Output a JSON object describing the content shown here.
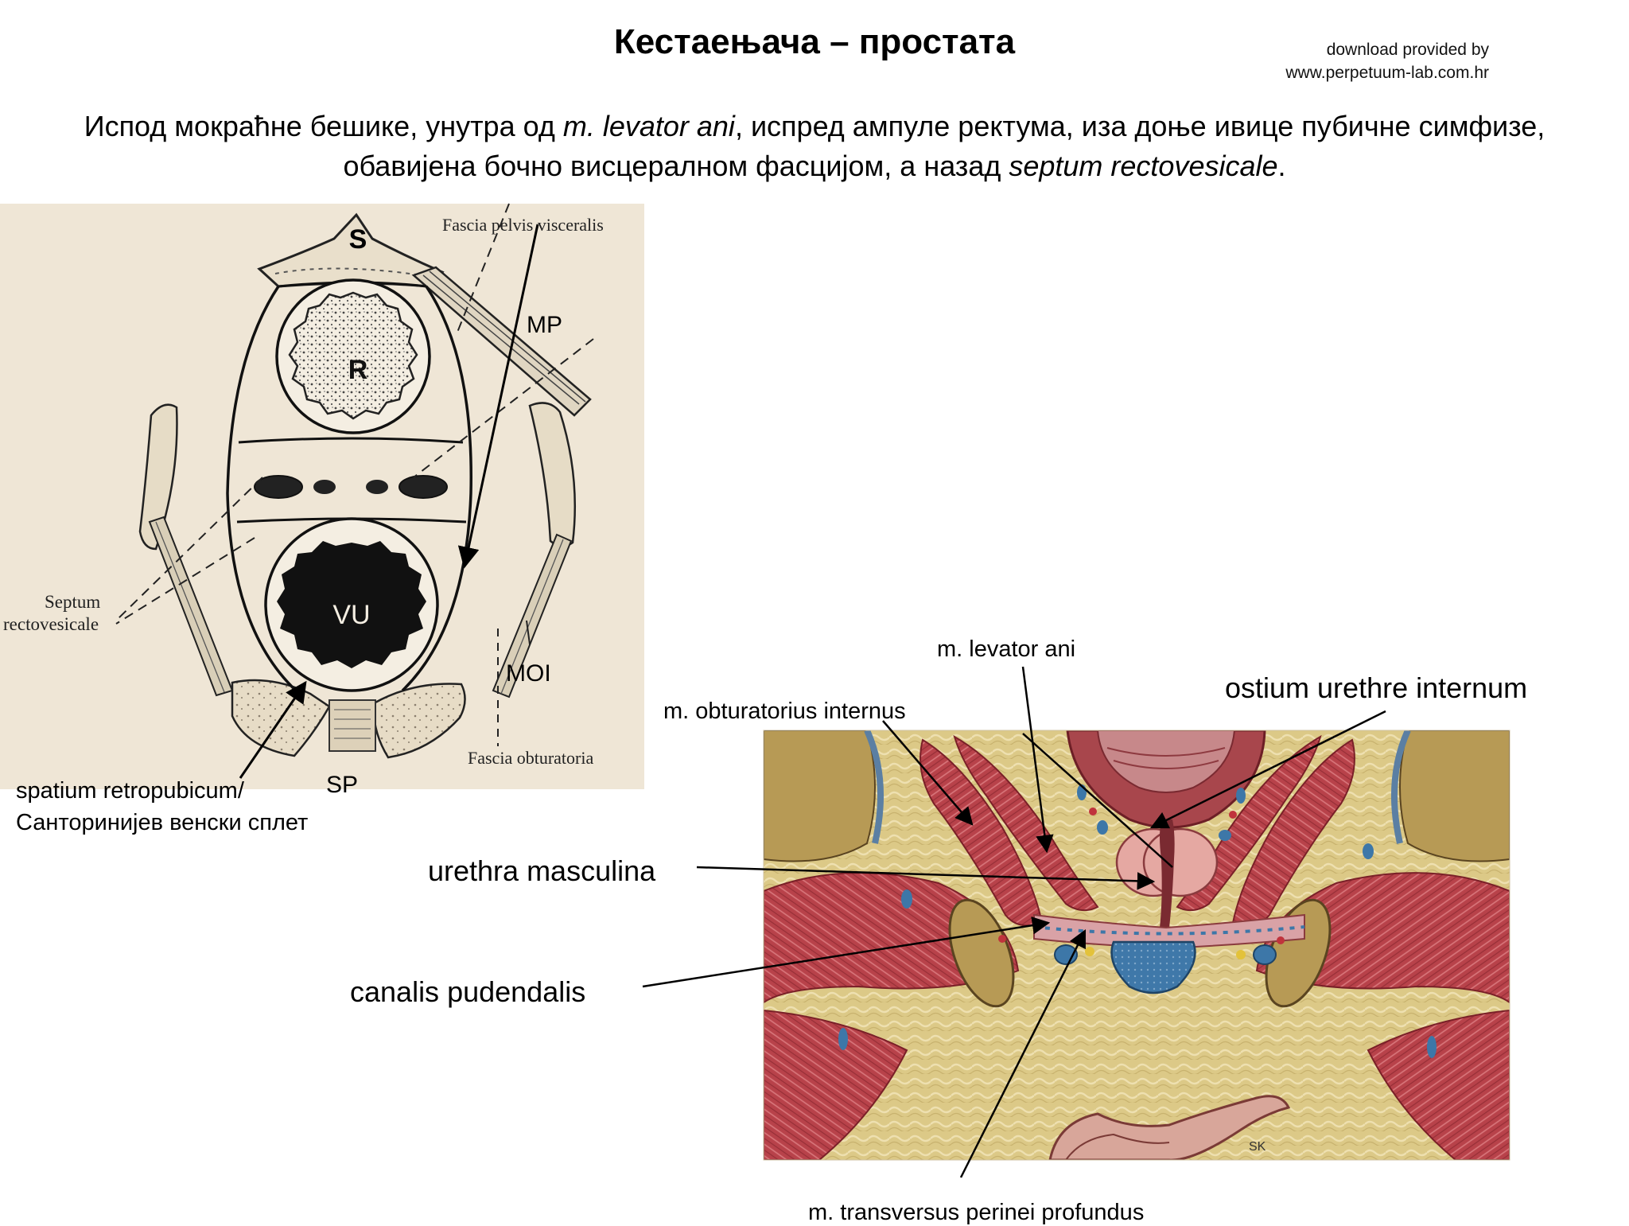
{
  "title": "Кестаењача – простата",
  "credit": {
    "line1": "download provided by",
    "line2": "www.perpetuum-lab.com.hr"
  },
  "intro": {
    "part1": "Испод мокраћне бешике, унутра од ",
    "italic1": "m. levator ani",
    "part2": ", испред ампуле ректума, иза доње ивице пубичне симфизе, обавијена бочно висцералном фасцијом, а назад ",
    "italic2": "septum rectovesicale",
    "part3": "."
  },
  "diagram_left": {
    "letters": {
      "s": "S",
      "r": "R",
      "vu": "VU",
      "mp": "MP",
      "moi": "MOI",
      "sp": "SP"
    },
    "labels": {
      "fascia_pelvis": "Fascia pelvis visceralis",
      "septum_line1": "Septum",
      "septum_line2": "rectovesicale",
      "fascia_obturatoria": "Fascia obturatoria"
    },
    "caption_line1": "spatium retropubicum/",
    "caption_line2": "Санторинијев венски сплет"
  },
  "diagram_right": {
    "labels": {
      "levator": "m. levator ani",
      "obturatorius": "m. obturatorius internus",
      "ostium": "ostium urethre internum",
      "urethra": "urethra masculina",
      "canalis": "canalis pudendalis",
      "transversus": "m. transversus perinei profundus"
    },
    "signature": "SK"
  },
  "colors": {
    "parchment": "#efe6d6",
    "muscle": "#b9434a",
    "fat": "#dbc986",
    "blue": "#3d77a8"
  }
}
